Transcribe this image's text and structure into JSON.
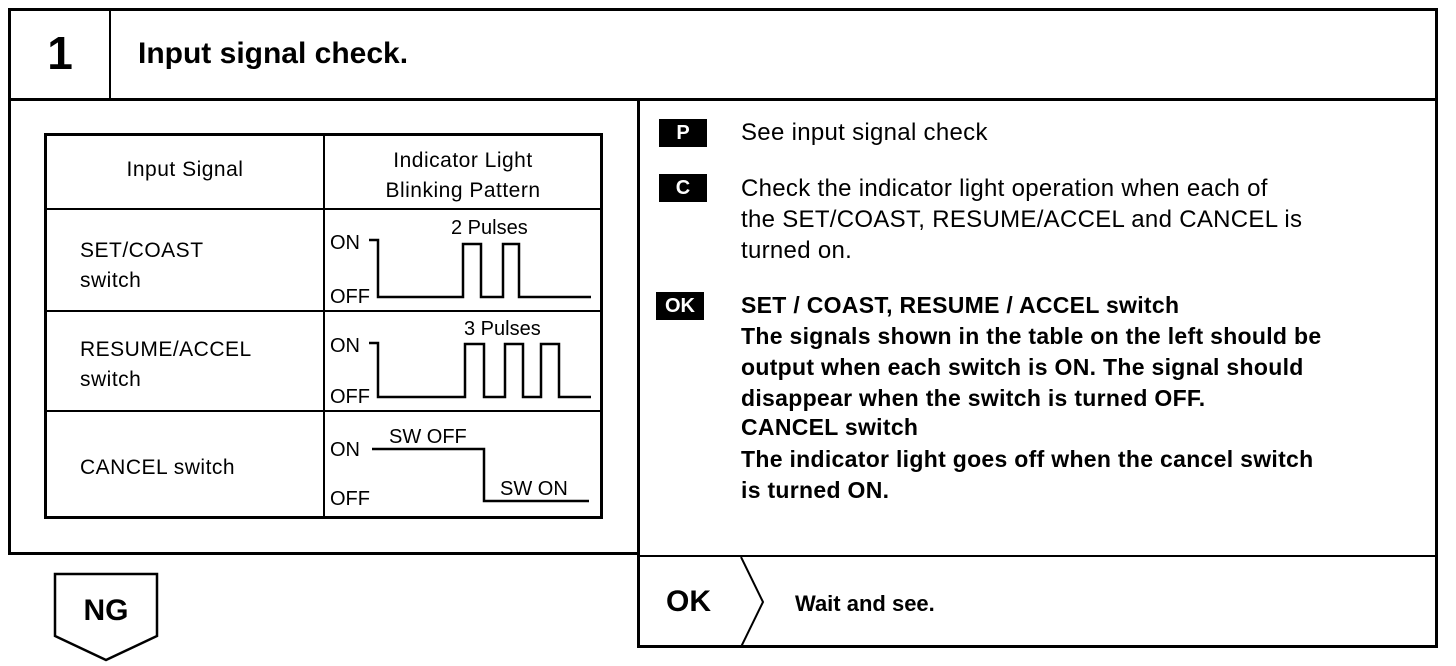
{
  "step": {
    "number": "1",
    "title": "Input signal check."
  },
  "table": {
    "headers": {
      "input": "Input Signal",
      "pattern_line1": "Indicator Light",
      "pattern_line2": "Blinking Pattern"
    },
    "rows": [
      {
        "line1": "SET/COAST",
        "line2": "switch",
        "on": "ON",
        "off": "OFF",
        "note": "2 Pulses",
        "pulses": 2
      },
      {
        "line1": "RESUME/ACCEL",
        "line2": "switch",
        "on": "ON",
        "off": "OFF",
        "note": "3 Pulses",
        "pulses": 3
      },
      {
        "line1": "CANCEL switch",
        "on": "ON",
        "off": "OFF",
        "sw_off": "SW OFF",
        "sw_on": "SW ON"
      }
    ]
  },
  "instructions": {
    "p": {
      "badge": "P",
      "text": "See input signal check"
    },
    "c": {
      "badge": "C",
      "lines": [
        "Check the indicator light operation when each of",
        "the SET/COAST, RESUME/ACCEL and CANCEL is",
        "turned on."
      ]
    },
    "ok": {
      "badge": "OK",
      "lines": [
        "SET / COAST, RESUME / ACCEL switch",
        "The signals shown in the table on the left should be",
        "output when each switch is ON. The signal should",
        "disappear when the switch is turned OFF.",
        "CANCEL switch",
        "The indicator light goes off when the cancel switch",
        "is turned ON."
      ]
    }
  },
  "results": {
    "ng": "NG",
    "ok": "OK",
    "ok_action": "Wait and see."
  }
}
